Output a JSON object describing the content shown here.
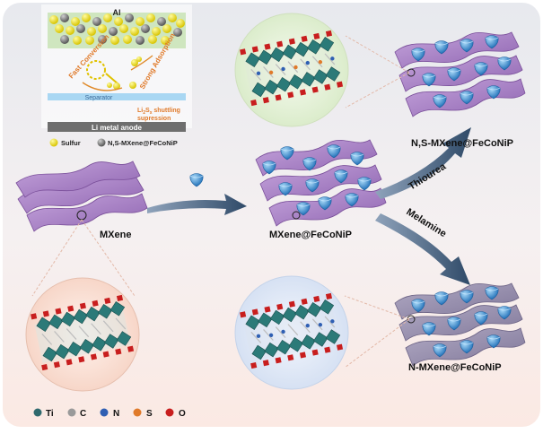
{
  "inset": {
    "top_label": "Al",
    "fast_conversion": "Fast Conversion",
    "strong_adsorption": "Strong Adsorption",
    "separator": "Separator",
    "shuttling_note_line1_prefix": "Li",
    "shuttling_note_line1_sub": "2",
    "shuttling_note_line1_s": "S",
    "shuttling_note_line1_subx": "x",
    "shuttling_note_line1_suffix": " shuttling",
    "shuttling_note_line2": "supression",
    "anode": "Li metal anode",
    "legend_sulfur": "Sulfur",
    "legend_host": "N,S-MXene@FeCoNiP"
  },
  "labels": {
    "mxene": "MXene",
    "mxene_feconip": "MXene@FeCoNiP",
    "ns_mxene": "N,S-MXene@FeCoNiP",
    "n_mxene": "N-MXene@FeCoNiP",
    "thiourea": "Thiourea",
    "melamine": "Melamine"
  },
  "atom_legend": [
    {
      "symbol": "Ti",
      "color": "#2f6a6e"
    },
    {
      "symbol": "C",
      "color": "#9a9a9a"
    },
    {
      "symbol": "N",
      "color": "#2f5fb3"
    },
    {
      "symbol": "S",
      "color": "#e07a2a"
    },
    {
      "symbol": "O",
      "color": "#c81e1e"
    }
  ],
  "colors": {
    "sheet_purple": "#a27bc0",
    "sheet_grey_purple": "#8f86a6",
    "particle_blue": "#3d95d8",
    "arrow": "#35506e",
    "sulfur_yellow": "#f2e318",
    "separator_blue": "#a9d7f3",
    "anode_grey": "#6e6e6e"
  }
}
